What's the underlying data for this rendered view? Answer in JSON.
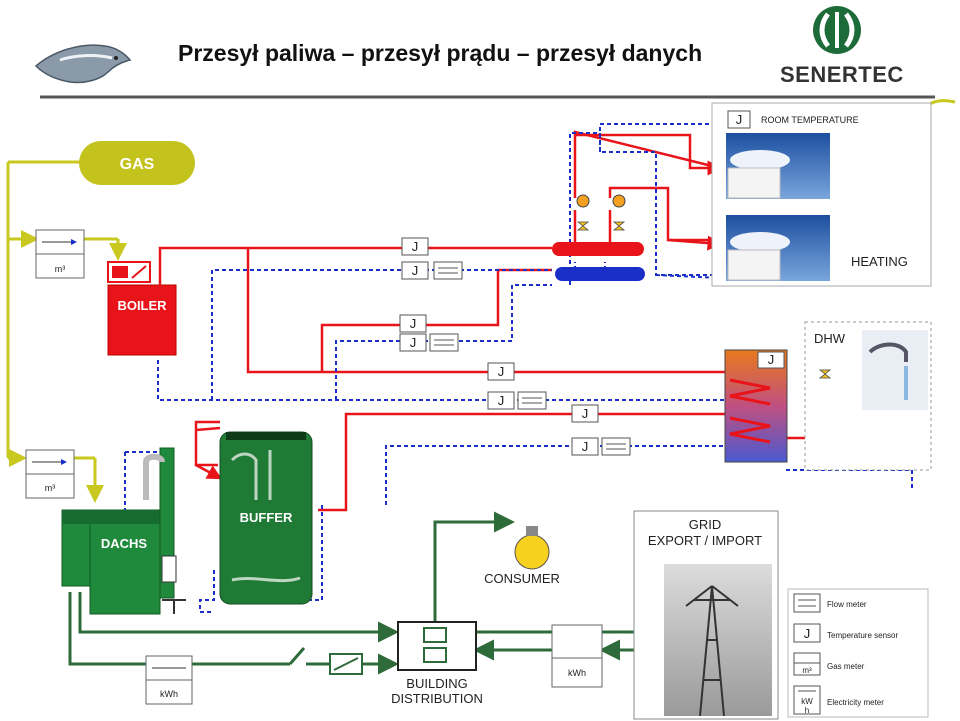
{
  "header": {
    "title": "Przesył paliwa – przesył prądu – przesył danych"
  },
  "logo": {
    "brand": "SENERTEC"
  },
  "labels": {
    "gas": "GAS",
    "boiler": "BOILER",
    "dachs": "DACHS",
    "buffer": "BUFFER",
    "consumer": "CONSUMER",
    "building_distribution_1": "BUILDING",
    "building_distribution_2": "DISTRIBUTION",
    "grid_1": "GRID",
    "grid_2": "EXPORT / IMPORT",
    "room_temperature": "ROOM TEMPERATURE",
    "heating": "HEATING",
    "dhw": "DHW"
  },
  "meters": {
    "gas_unit": "m³",
    "kwh_unit": "kWh",
    "temp_symbol": "J"
  },
  "legend": {
    "flow_meter": "Flow meter",
    "temperature_sensor": "Temperature sensor",
    "gas_meter": "Gas meter",
    "electricity_meter": "Electricity meter",
    "temp_symbol": "J",
    "gas_symbol": "m³",
    "elec_symbol_1": "kW",
    "elec_symbol_2": "h"
  },
  "colors": {
    "gas_line": "#c8c81e",
    "flow_red": "#e8141a",
    "return_blue": "#1a2fc8",
    "electric_green": "#2e6b3a",
    "dachs_green": "#1f8a3c"
  }
}
